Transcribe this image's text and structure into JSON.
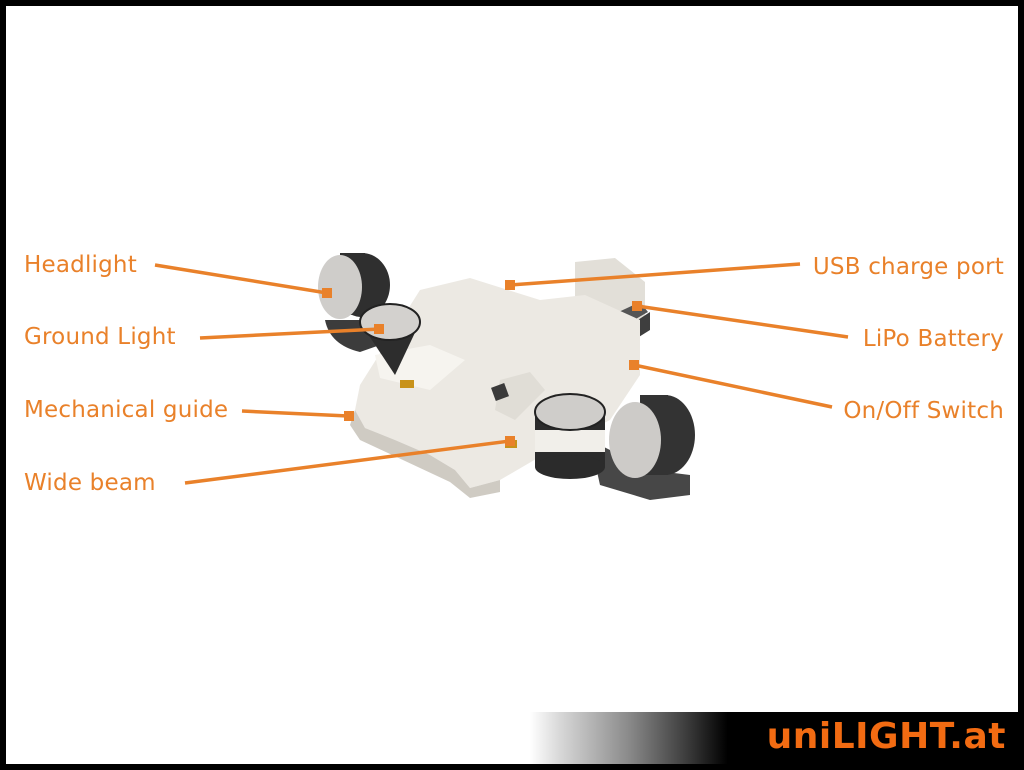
{
  "diagram": {
    "title": "uniLIGHT device component callouts",
    "labels_left": [
      {
        "id": "headlight",
        "text": "Headlight"
      },
      {
        "id": "ground-light",
        "text": "Ground Light"
      },
      {
        "id": "mechanical-guide",
        "text": "Mechanical guide"
      },
      {
        "id": "wide-beam",
        "text": "Wide beam"
      }
    ],
    "labels_right": [
      {
        "id": "usb-charge-port",
        "text": "USB charge port"
      },
      {
        "id": "lipo-battery",
        "text": "LiPo Battery"
      },
      {
        "id": "on-off-switch",
        "text": "On/Off Switch"
      }
    ],
    "accent_color": "#e9812a"
  },
  "branding": {
    "logo_text": "uniLIGHT.at",
    "logo_color": "#f26b12"
  }
}
